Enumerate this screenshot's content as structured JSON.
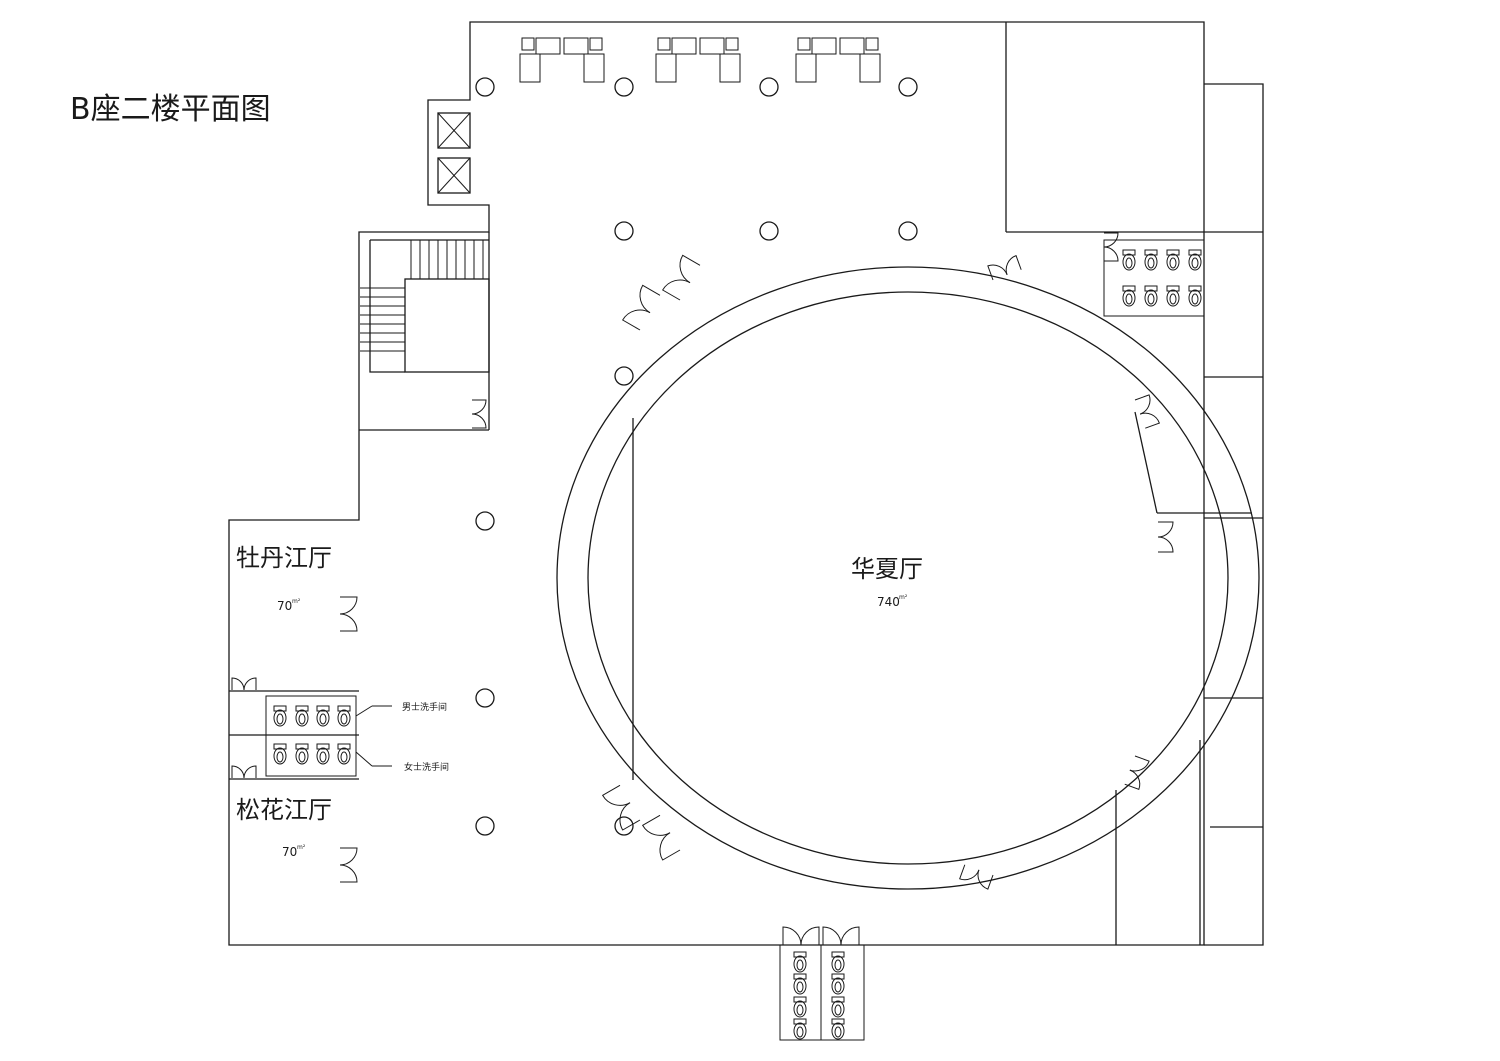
{
  "title": "B座二楼平面图",
  "rooms": {
    "main_hall": {
      "name": "华夏厅",
      "area": "740",
      "unit": "m²"
    },
    "room_peony": {
      "name": "牡丹江厅",
      "area": "70",
      "unit": "m²"
    },
    "room_songhua": {
      "name": "松花江厅",
      "area": "70",
      "unit": "m²"
    }
  },
  "restrooms": {
    "men": "男士洗手间",
    "women": "女士洗手间"
  },
  "icons": [
    "elevator-icon",
    "stair-icon",
    "door-icon",
    "toilet-icon",
    "sofa-icon",
    "column-icon"
  ]
}
